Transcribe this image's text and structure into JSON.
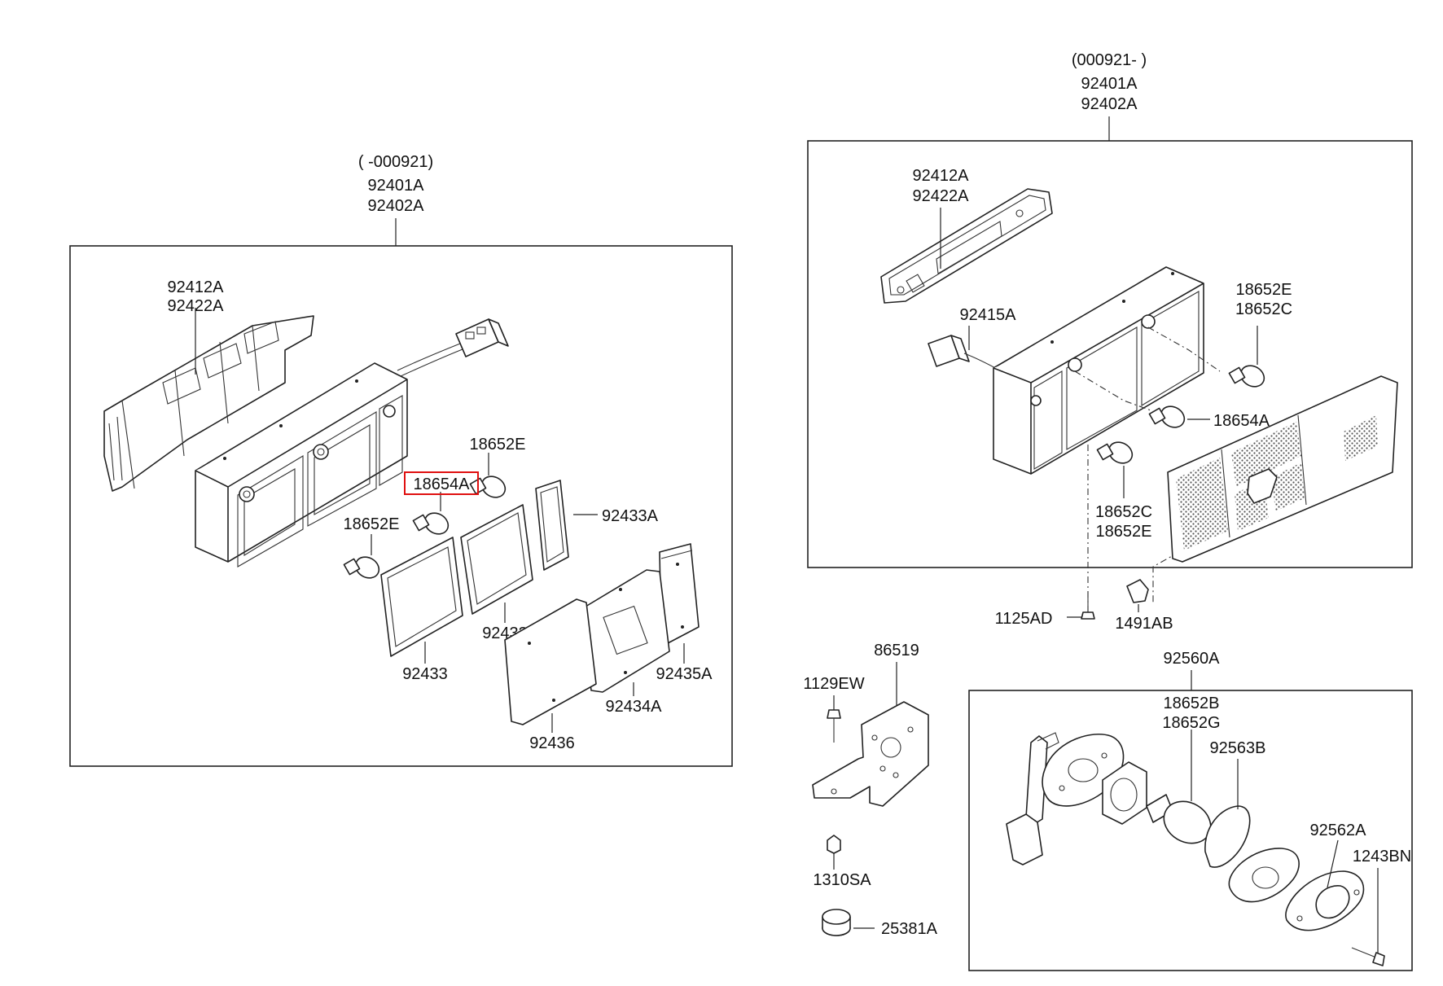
{
  "left_assembly": {
    "period": "( -000921)",
    "part_upper": "92401A",
    "part_lower": "92402A",
    "callouts": {
      "housing_a": "92412A",
      "housing_b": "92422A",
      "bulb_top": "18652E",
      "bulb_selected": "18654A",
      "bulb_left": "18652E",
      "gasket_small": "92433A",
      "gasket_mid": "92433",
      "gasket_left": "92433",
      "lens_right": "92435A",
      "lens_mid": "92434A",
      "lens_left": "92436"
    },
    "highlighted_callout": "18654A"
  },
  "right_assembly": {
    "period": "(000921- )",
    "part_upper": "92401A",
    "part_lower": "92402A",
    "callouts": {
      "bracket_a": "92412A",
      "bracket_b": "92422A",
      "connector": "92415A",
      "bulb_top_a": "18652E",
      "bulb_top_b": "18652C",
      "bulb_mid": "18654A",
      "bulb_low_a": "18652C",
      "bulb_low_b": "18652E",
      "screw": "1125AD",
      "clip": "1491AB"
    }
  },
  "license_lamp": {
    "assembly": "92560A",
    "callouts": {
      "bulb_a": "18652B",
      "bulb_b": "18652G",
      "lens": "92563B",
      "gasket": "92562A",
      "screw": "1243BN"
    }
  },
  "loose_parts": {
    "bracket": "86519",
    "bolt": "1129EW",
    "nut": "1310SA",
    "spacer": "25381A"
  }
}
